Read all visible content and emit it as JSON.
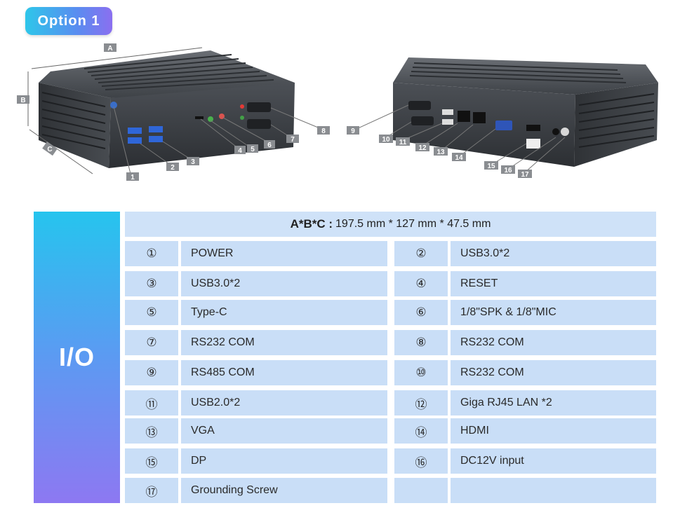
{
  "option_label": "Option 1",
  "callouts": [
    "A",
    "B",
    "C",
    "1",
    "2",
    "3",
    "4",
    "5",
    "6",
    "7",
    "8",
    "9",
    "10",
    "11",
    "12",
    "13",
    "14",
    "15",
    "16",
    "17"
  ],
  "table": {
    "io_label": "I/O",
    "dims_label": "A*B*C :",
    "dims_value": "197.5 mm * 127 mm * 47.5 mm",
    "rows": [
      {
        "left_num": "①",
        "left_text": "POWER",
        "right_num": "②",
        "right_text": "USB3.0*2"
      },
      {
        "left_num": "③",
        "left_text": "USB3.0*2",
        "right_num": "④",
        "right_text": "RESET"
      },
      {
        "left_num": "⑤",
        "left_text": "Type-C",
        "right_num": "⑥",
        "right_text": "1/8\"SPK & 1/8\"MIC"
      },
      {
        "left_num": "⑦",
        "left_text": "RS232 COM",
        "right_num": "⑧",
        "right_text": "RS232 COM"
      },
      {
        "left_num": "⑨",
        "left_text": "RS485 COM",
        "right_num": "⑩",
        "right_text": "RS232 COM"
      },
      {
        "left_num": "⑪",
        "left_text": "USB2.0*2",
        "right_num": "⑫",
        "right_text": "Giga RJ45 LAN *2"
      },
      {
        "left_num": "⑬",
        "left_text": "VGA",
        "right_num": "⑭",
        "right_text": "HDMI"
      },
      {
        "left_num": "⑮",
        "left_text": "DP",
        "right_num": "⑯",
        "right_text": "DC12V input"
      },
      {
        "left_num": "⑰",
        "left_text": "Grounding Screw",
        "right_num": "",
        "right_text": ""
      }
    ]
  }
}
